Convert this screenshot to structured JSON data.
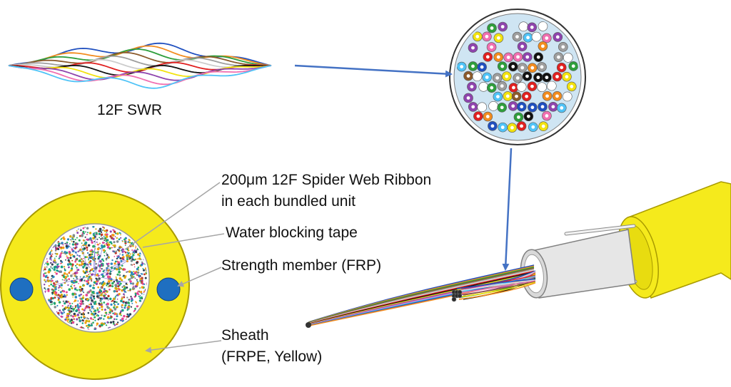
{
  "labels": {
    "swr": "12F SWR",
    "ribbon_line1": "200μm 12F Spider Web Ribbon",
    "ribbon_line2": "in each bundled unit",
    "water_blocking": "Water blocking tape",
    "strength_member": "Strength member (FRP)",
    "sheath_line1": "Sheath",
    "sheath_line2": "(FRPE, Yellow)"
  },
  "colors": {
    "sheath_yellow": "#f5ea1c",
    "sheath_outline": "#a89a00",
    "strength_member_blue": "#1f6fc0",
    "bundle_background": "#cfe5f3",
    "arrow_blue": "#4472c4",
    "leader_gray": "#a6a6a6",
    "fiber_palette": [
      "#1f4fbf",
      "#f28c1f",
      "#2e9e3c",
      "#8b5a2b",
      "#9e9e9e",
      "#ffffff",
      "#e02020",
      "#111111",
      "#f2e20f",
      "#8e44ad",
      "#f06fb0",
      "#4fc3f7"
    ]
  }
}
